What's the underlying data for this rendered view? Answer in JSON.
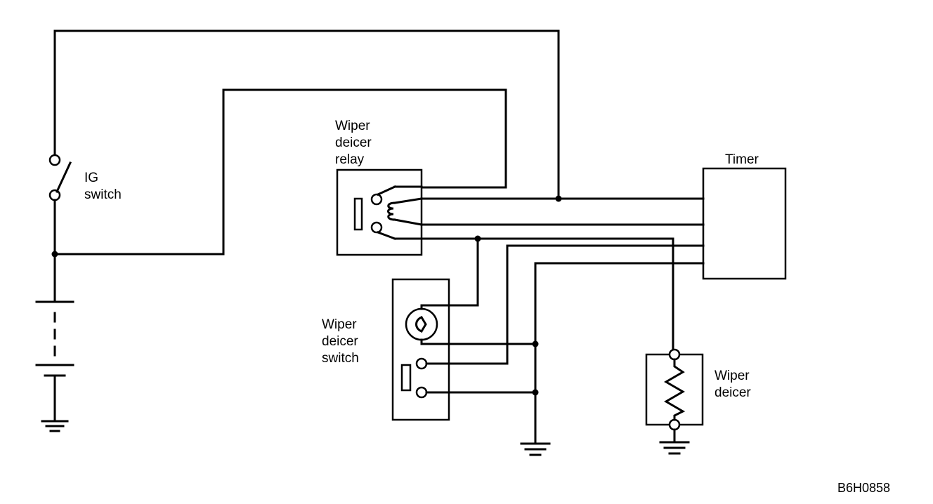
{
  "labels": {
    "ig_switch": "IG\nswitch",
    "relay": "Wiper\ndeicer\nrelay",
    "timer": "Timer",
    "deicer_switch": "Wiper\ndeicer\nswitch",
    "deicer": "Wiper\ndeicer",
    "diagram_code": "B6H0858"
  },
  "colors": {
    "line": "#000000",
    "background": "#ffffff"
  },
  "symbols": [
    "ig-switch",
    "battery",
    "ground",
    "relay-coil",
    "switch-indicator-lamp",
    "resistor-heater",
    "timer-unit"
  ]
}
